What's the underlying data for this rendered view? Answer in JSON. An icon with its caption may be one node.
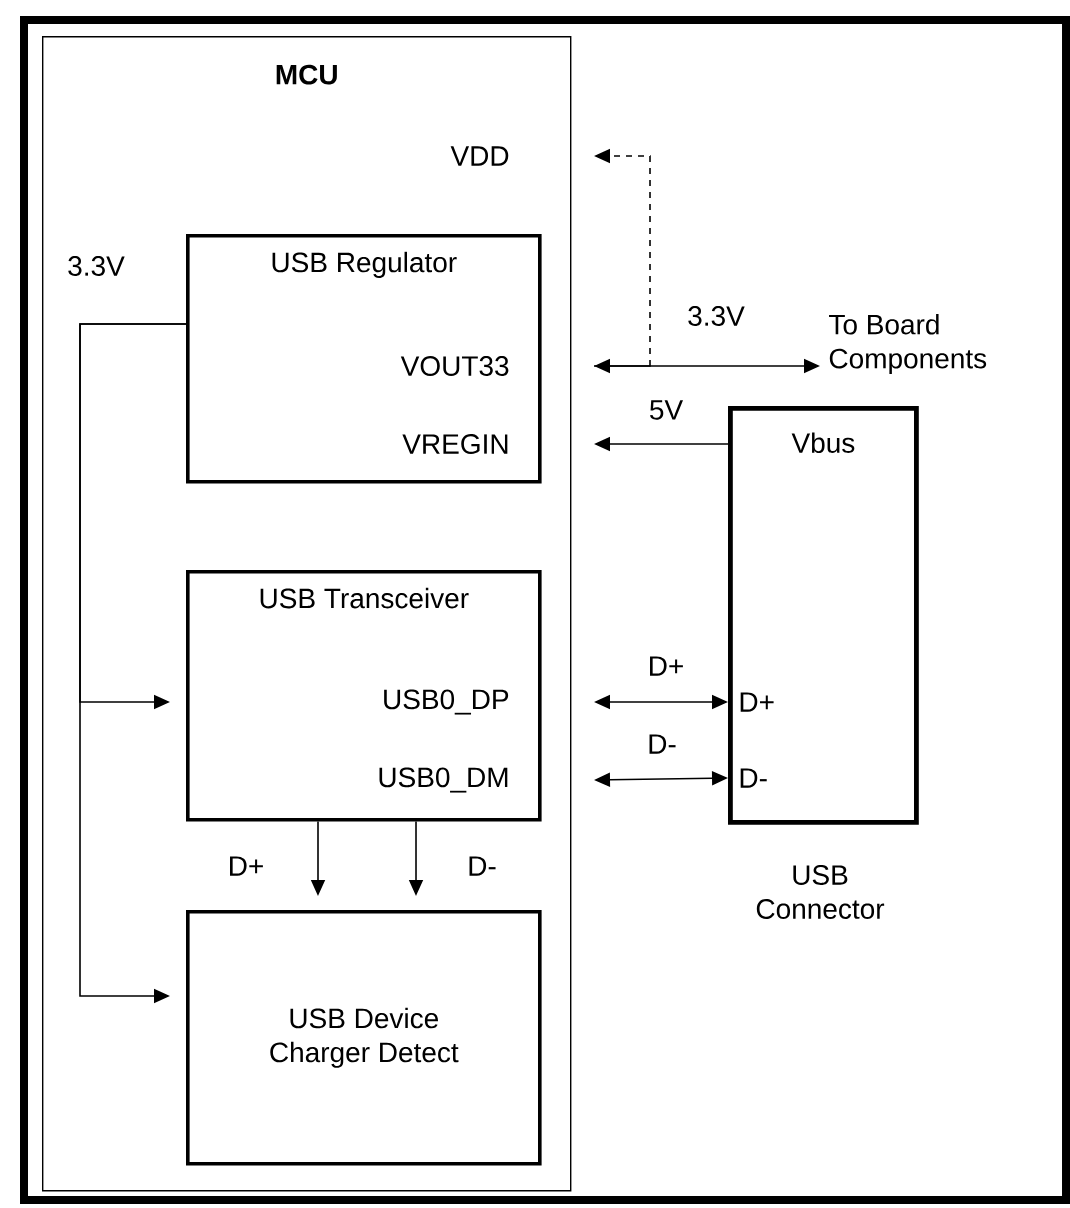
{
  "diagram": {
    "nodes": [
      {
        "text": [
          "MCU"
        ]
      },
      {
        "text": [
          "VDD"
        ],
        "in": 0
      },
      {
        "text": [
          "USB Regulator"
        ],
        "in": 0
      },
      {
        "text": [
          "VOUT33"
        ],
        "in": 2
      },
      {
        "text": [
          "VREGIN"
        ],
        "in": 2
      },
      {
        "text": [
          "USB Transceiver"
        ],
        "in": 0
      },
      {
        "text": [
          "USB0_DP"
        ],
        "in": 5
      },
      {
        "text": [
          "USB0_DM"
        ],
        "in": 5
      },
      {
        "text": [
          "USB Device Charger Detect"
        ],
        "in": 0
      },
      {
        "text": [
          "To Board Components"
        ]
      },
      {
        "text": [
          "Vbus"
        ],
        "beside": [
          "USB Connector"
        ]
      },
      {
        "text": [
          "D+"
        ],
        "in": 10
      },
      {
        "text": [
          "D-"
        ],
        "in": 10
      }
    ],
    "edges": [
      {
        "from": 10,
        "to": 4,
        "arrow": "to",
        "label": "5V"
      },
      {
        "from": 3,
        "to": 9,
        "arrow": "both",
        "label": "3.3V"
      },
      {
        "from": 3,
        "to": 1,
        "arrow": "to",
        "style": "dashed"
      },
      {
        "from": 6,
        "to": 11,
        "arrow": "both",
        "label": "D+"
      },
      {
        "from": 7,
        "to": 12,
        "arrow": "both",
        "label": "D-"
      },
      {
        "from": 2,
        "to": 5,
        "arrow": "to",
        "label": "3.3V"
      },
      {
        "from": 2,
        "to": 8,
        "arrow": "to"
      },
      {
        "from": 5,
        "to": 8,
        "arrow": "to",
        "label": "D+"
      },
      {
        "from": 5,
        "to": 8,
        "arrow": "to",
        "label": "D-"
      }
    ]
  }
}
